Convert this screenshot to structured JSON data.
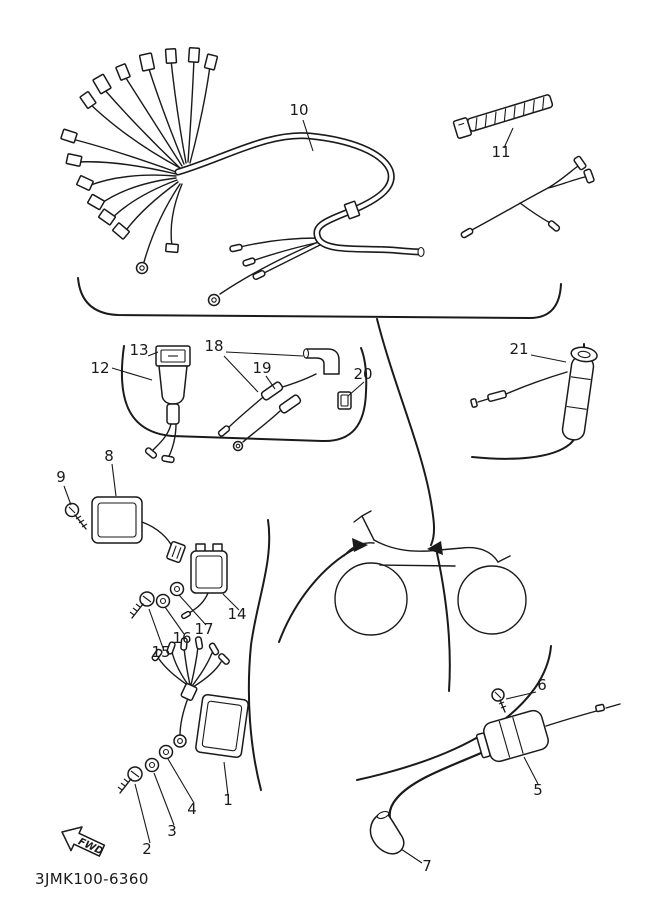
{
  "diagram": {
    "code": "3JMK100-6360",
    "fwd_label": "FWD",
    "callouts": [
      "1",
      "2",
      "3",
      "4",
      "5",
      "6",
      "7",
      "8",
      "9",
      "10",
      "11",
      "12",
      "13",
      "14",
      "15",
      "16",
      "17",
      "18",
      "19",
      "20",
      "21"
    ],
    "colors": {
      "line": "#1a1a1a",
      "background": "#ffffff"
    }
  }
}
